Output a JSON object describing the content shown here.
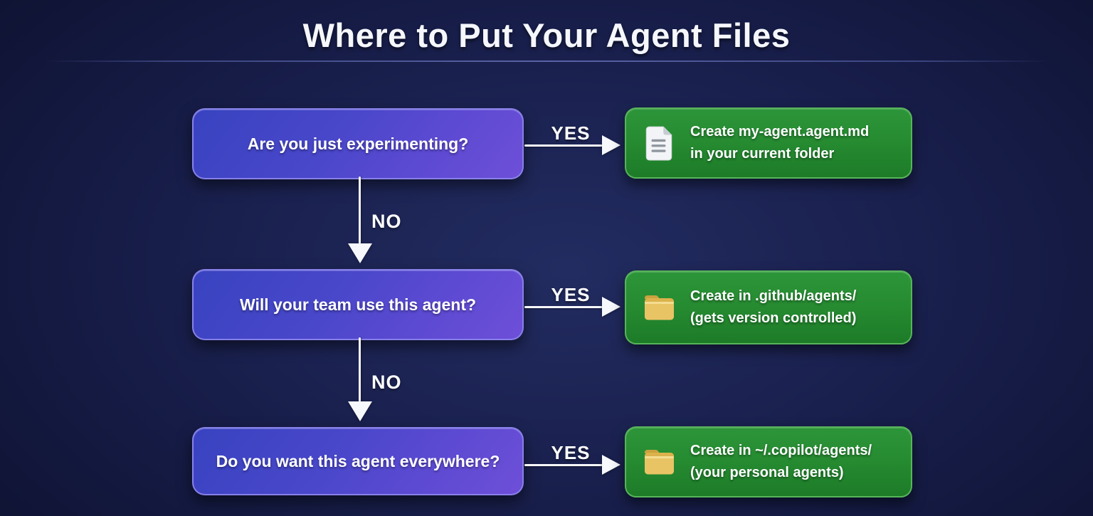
{
  "title": "Where to Put Your Agent Files",
  "colors": {
    "background_center": "#222c60",
    "background_edge": "#0e1230",
    "question_box_start": "#3843c0",
    "question_box_end": "#6e4fd8",
    "question_box_border": "#8c85ec",
    "result_box_start": "#2d9539",
    "result_box_end": "#1d7b28",
    "result_box_border": "#5ab65c",
    "arrow": "#f6f8fc",
    "folder_icon": "#e7c063",
    "document_icon": "#f2f4f7"
  },
  "rows": [
    {
      "question": "Are you just experimenting?",
      "yes_label": "YES",
      "no_label": "NO",
      "result_icon": "document-icon",
      "result_line1": "Create my-agent.agent.md",
      "result_line2": "in your current folder"
    },
    {
      "question": "Will your team use this agent?",
      "yes_label": "YES",
      "no_label": "NO",
      "result_icon": "folder-icon",
      "result_line1": "Create in .github/agents/",
      "result_line2": "(gets version controlled)"
    },
    {
      "question": "Do you want this agent everywhere?",
      "yes_label": "YES",
      "result_icon": "folder-icon",
      "result_line1": "Create in ~/.copilot/agents/",
      "result_line2": "(your personal agents)"
    }
  ]
}
